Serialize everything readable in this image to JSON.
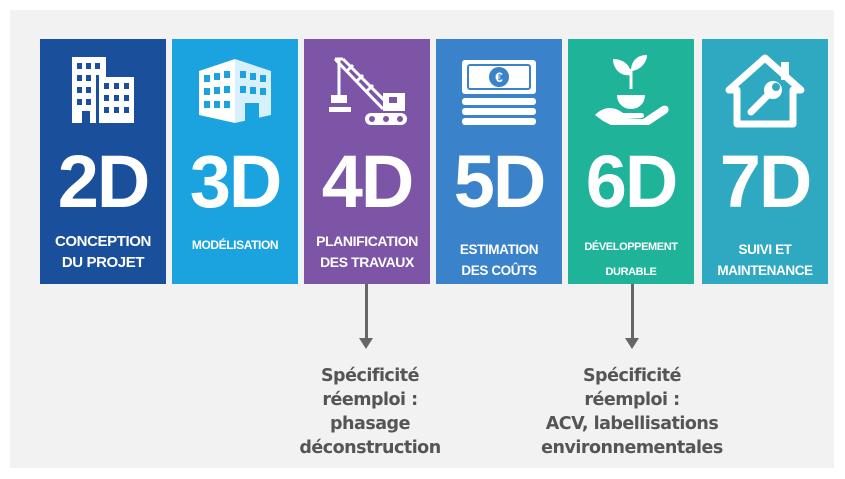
{
  "tiles": [
    {
      "code": "2D",
      "caption_1": "CONCEPTION",
      "caption_2": "DU PROJET",
      "color": "#1a4f9c",
      "icon": "buildings-icon"
    },
    {
      "code": "3D",
      "caption_1": "MODÉLISATION",
      "caption_2": "",
      "color": "#1aa3df",
      "icon": "3d-building-icon"
    },
    {
      "code": "4D",
      "caption_1": "PLANIFICATION",
      "caption_2": "DES TRAVAUX",
      "color": "#7d55a6",
      "icon": "crane-icon"
    },
    {
      "code": "5D",
      "caption_1": "ESTIMATION",
      "caption_2": "DES COÛTS",
      "color": "#3a82c9",
      "icon": "money-stack-icon"
    },
    {
      "code": "6D",
      "caption_1": "DÉVELOPPEMENT",
      "caption_2": "DURABLE",
      "color": "#1fb39a",
      "icon": "hand-plant-icon"
    },
    {
      "code": "7D",
      "caption_1": "SUIVI ET",
      "caption_2": "MAINTENANCE",
      "color": "#2fa9c1",
      "icon": "house-wrench-icon"
    }
  ],
  "notes": [
    {
      "lines": [
        "Spécificité",
        "réemploi :",
        "phasage",
        "déconstruction"
      ]
    },
    {
      "lines": [
        "Spécificité",
        "réemploi :",
        "ACV, labellisations",
        "environnementales"
      ]
    }
  ]
}
